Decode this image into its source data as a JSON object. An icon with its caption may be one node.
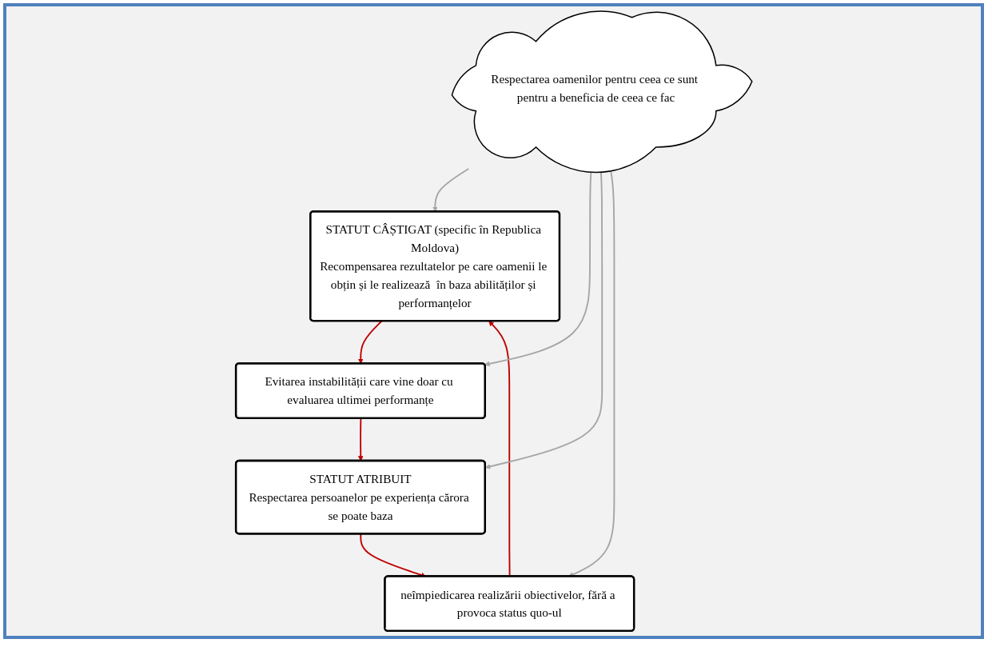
{
  "diagram": {
    "nodes": [
      {
        "text": [
          "Respectarea oamenilor pentru ceea ce sunt pentru a beneficia de ceea ce fac"
        ]
      },
      {
        "text": [
          "STATUT CÂȘTIGAT (specific în Republica Moldova)",
          "Recompensarea rezultatelor pe care oamenii le obțin și le realizează  în baza abilităților și performanțelor"
        ]
      },
      {
        "text": [
          "Evitarea instabilității care vine doar cu evaluarea ultimei performanțe"
        ]
      },
      {
        "text": [
          "STATUT ATRIBUIT",
          "Respectarea persoanelor pe experiența cărora se poate baza"
        ]
      },
      {
        "text": [
          "neîmpiedicarea realizării obiectivelor, fără a provoca status quo-ul"
        ]
      }
    ],
    "edges": [
      {
        "from": 1,
        "to": 2,
        "arrow": "to",
        "color": "#c00000"
      },
      {
        "from": 2,
        "to": 3,
        "arrow": "to",
        "color": "#c00000"
      },
      {
        "from": 3,
        "to": 4,
        "arrow": "to",
        "color": "#c00000"
      },
      {
        "from": 4,
        "to": 1,
        "arrow": "to",
        "color": "#c00000"
      },
      {
        "from": 0,
        "to": 1,
        "arrow": "to",
        "color": "#a6a6a6"
      },
      {
        "from": 0,
        "to": 2,
        "arrow": "to",
        "color": "#a6a6a6"
      },
      {
        "from": 0,
        "to": 3,
        "arrow": "to",
        "color": "#a6a6a6"
      },
      {
        "from": 0,
        "to": 4,
        "arrow": "to",
        "color": "#a6a6a6"
      }
    ]
  }
}
